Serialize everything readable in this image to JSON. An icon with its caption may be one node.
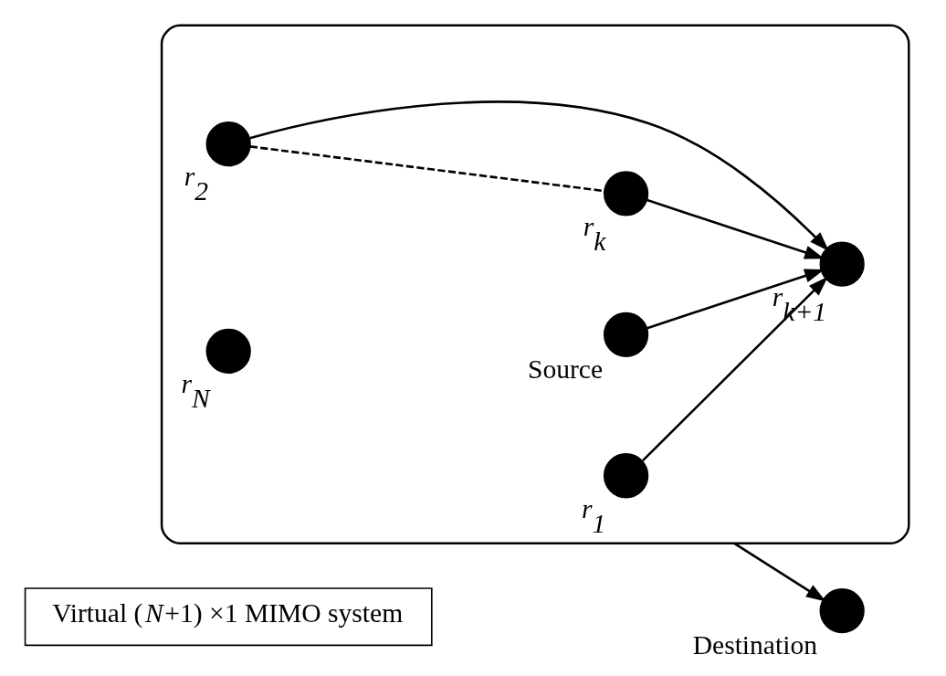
{
  "diagram": {
    "nodes": [
      {
        "text": [
          "Virtual (*N*+1) ×1 MIMO system"
        ]
      },
      {
        "text": [],
        "shape": "cloud"
      },
      {
        "text": [],
        "shape": "circle",
        "beside": [
          "*r*$_{1}$"
        ],
        "in": 1
      },
      {
        "text": [],
        "shape": "circle",
        "beside": [
          "*r*$_{2}$"
        ],
        "in": 1
      },
      {
        "text": [],
        "shape": "circle",
        "beside": [
          "*r*$_{k}$"
        ],
        "in": 1
      },
      {
        "text": [],
        "shape": "circle",
        "beside": [
          "*r*$_{k+1}$"
        ],
        "in": 1
      },
      {
        "text": [],
        "shape": "circle",
        "beside": [
          "*r*$_{N}$"
        ],
        "in": 1
      },
      {
        "text": [],
        "shape": "circle",
        "beside": [
          "Source"
        ],
        "in": 1
      },
      {
        "text": [],
        "shape": "circle",
        "beside": [
          "Destination"
        ]
      }
    ],
    "edges": [
      {
        "from": 3,
        "to": 4,
        "arrow": "none",
        "style": "dashed"
      },
      {
        "from": 4,
        "to": 5,
        "arrow": "to"
      },
      {
        "from": 3,
        "to": 5,
        "arrow": "to"
      },
      {
        "from": 2,
        "to": 5,
        "arrow": "to"
      },
      {
        "from": 7,
        "to": 5,
        "arrow": "to"
      },
      {
        "from": 1,
        "to": 8,
        "arrow": "to"
      }
    ]
  }
}
